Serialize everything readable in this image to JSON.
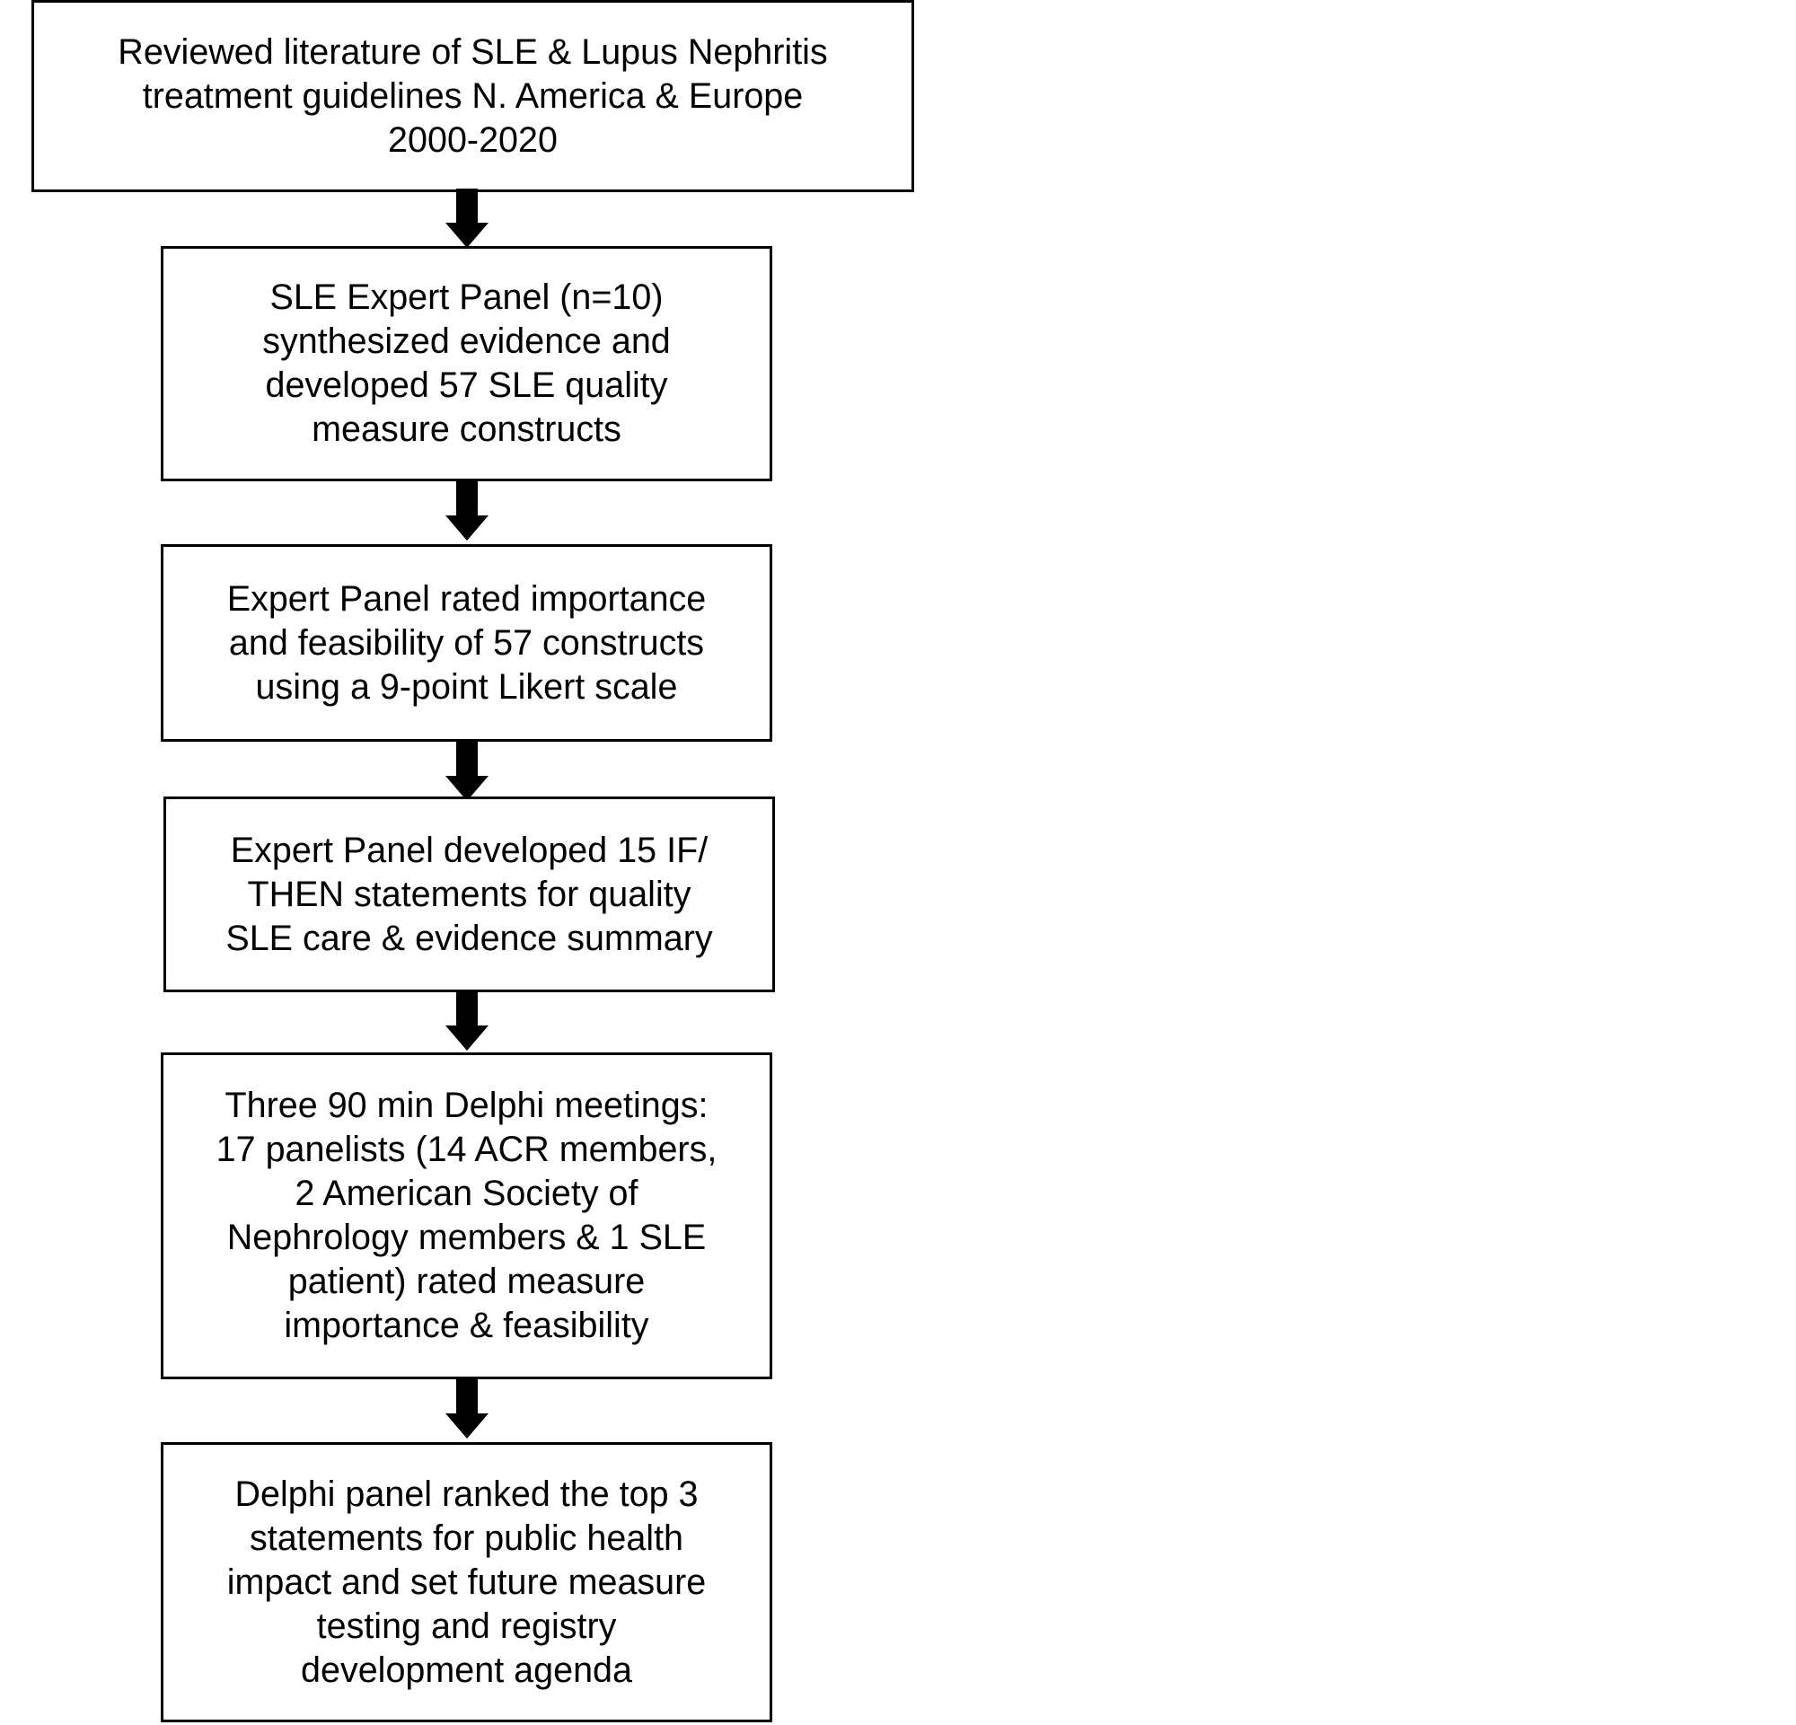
{
  "flowchart": {
    "steps": [
      {
        "text": "Reviewed literature of SLE & Lupus Nephritis\ntreatment guidelines N. America & Europe\n2000-2020"
      },
      {
        "text": "SLE Expert Panel (n=10)\nsynthesized evidence and\ndeveloped 57 SLE quality\nmeasure constructs"
      },
      {
        "text": "Expert Panel rated importance\nand feasibility of 57 constructs\nusing a 9-point Likert scale"
      },
      {
        "text": "Expert Panel developed 15 IF/\nTHEN statements for quality\nSLE care & evidence summary"
      },
      {
        "text": "Three 90 min Delphi meetings:\n17 panelists (14 ACR members,\n2 American Society of\nNephrology members & 1 SLE\npatient) rated measure\nimportance & feasibility"
      },
      {
        "text": "Delphi panel ranked the top 3\nstatements for public health\nimpact and set future measure\ntesting and registry\ndevelopment agenda"
      }
    ]
  }
}
